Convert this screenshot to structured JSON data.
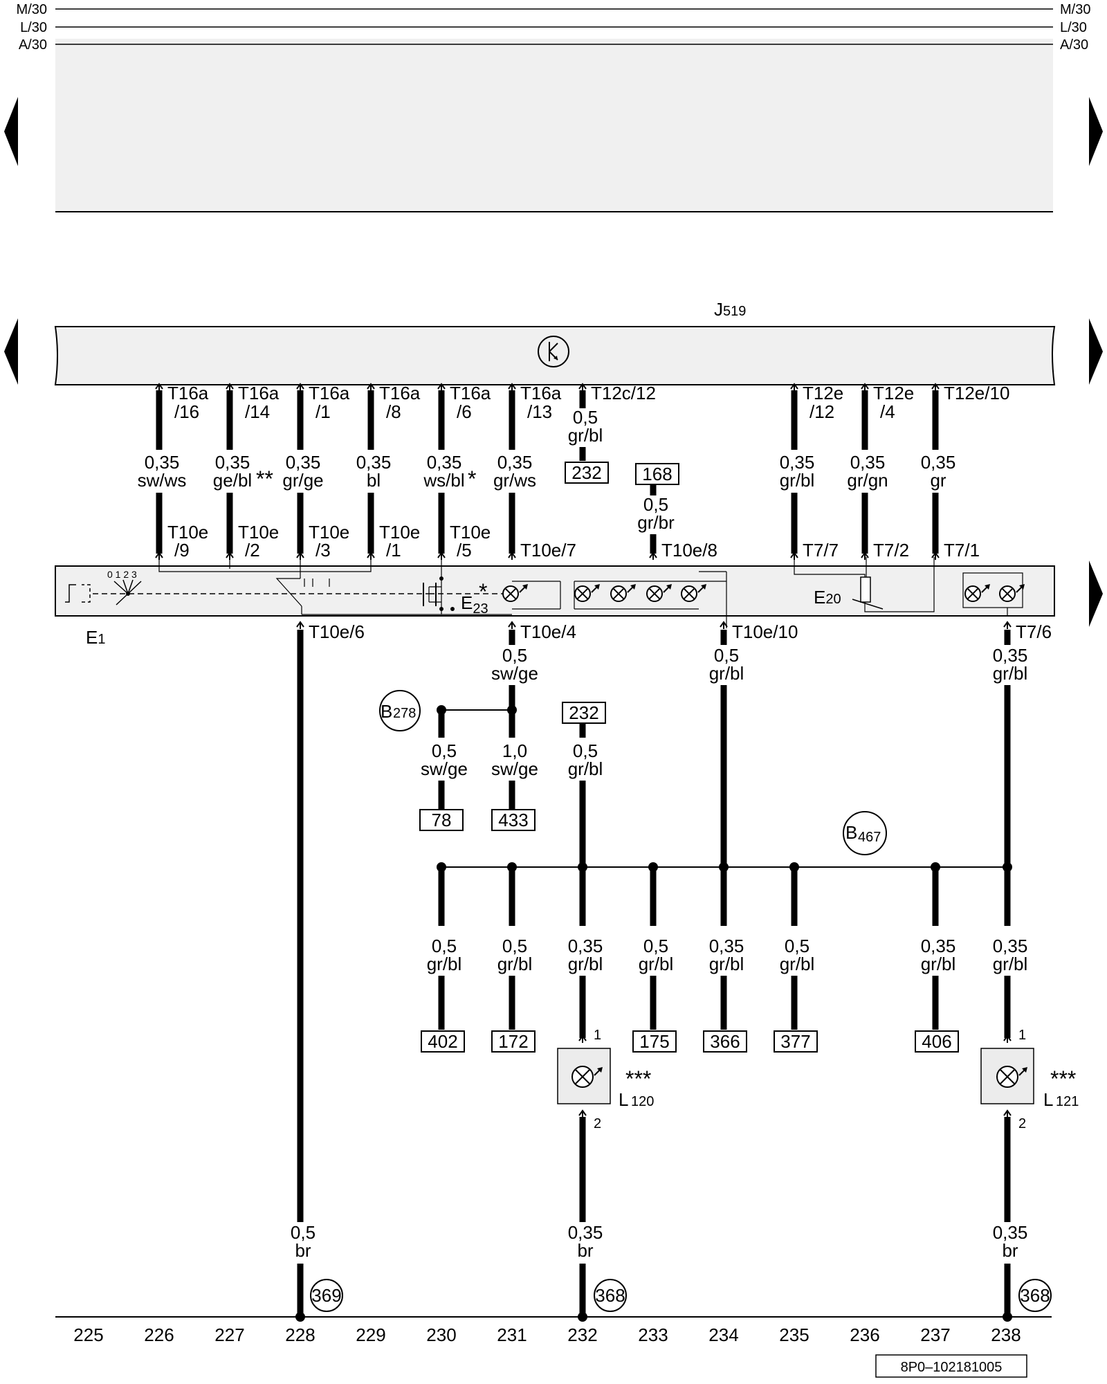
{
  "rails": {
    "m": "M/30",
    "l": "L/30",
    "a": "A/30"
  },
  "j519": {
    "name": "J",
    "sub": "519"
  },
  "e1": {
    "name": "E",
    "sub": "1"
  },
  "e20": {
    "name": "E",
    "sub": "20"
  },
  "e23": {
    "name": "E",
    "sub": "23",
    "star": "*"
  },
  "switch_positions": "0 1 2 3",
  "top_wires": [
    {
      "pin": "T16a",
      "pin2": "/16",
      "size": "0,35",
      "color": "sw/ws",
      "bpin": "T10e",
      "bpin2": "/9"
    },
    {
      "pin": "T16a",
      "pin2": "/14",
      "size": "0,35",
      "color": "ge/bl",
      "mark": "**",
      "bpin": "T10e",
      "bpin2": "/2"
    },
    {
      "pin": "T16a",
      "pin2": "/1",
      "size": "0,35",
      "color": "gr/ge",
      "bpin": "T10e",
      "bpin2": "/3"
    },
    {
      "pin": "T16a",
      "pin2": "/8",
      "size": "0,35",
      "color": "bl",
      "bpin": "T10e",
      "bpin2": "/1"
    },
    {
      "pin": "T16a",
      "pin2": "/6",
      "size": "0,35",
      "color": "ws/bl",
      "mark": "*",
      "bpin": "T10e",
      "bpin2": "/5"
    },
    {
      "pin": "T16a",
      "pin2": "/13",
      "size": "0,35",
      "color": "gr/ws",
      "bpin": "T10e/7"
    },
    {
      "pin": "T12c/12",
      "size": "0,5",
      "color": "gr/bl",
      "ref": "232"
    },
    {
      "ref": "168",
      "size": "0,5",
      "color": "gr/br",
      "bpin": "T10e/8"
    },
    {
      "pin": "T12e",
      "pin2": "/12",
      "size": "0,35",
      "color": "gr/bl",
      "bpin": "T7/7"
    },
    {
      "pin": "T12e",
      "pin2": "/4",
      "size": "0,35",
      "color": "gr/gn",
      "bpin": "T7/2"
    },
    {
      "pin": "T12e/10",
      "size": "0,35",
      "color": "gr",
      "bpin": "T7/1"
    }
  ],
  "lower": {
    "t10e6": "T10e/6",
    "t10e4": "T10e/4",
    "t10e10": "T10e/10",
    "t76": "T7/6",
    "w4": {
      "size": "0,5",
      "color": "sw/ge"
    },
    "w10": {
      "size": "0,5",
      "color": "gr/bl"
    },
    "w76": {
      "size": "0,35",
      "color": "gr/bl"
    },
    "b278": {
      "name": "B",
      "sub": "278"
    },
    "b467": {
      "name": "B",
      "sub": "467"
    },
    "b278_left": {
      "size": "0,5",
      "color": "sw/ge",
      "ref": "78"
    },
    "b278_right": {
      "size": "1,0",
      "color": "sw/ge",
      "ref": "433"
    },
    "ref232": {
      "ref": "232",
      "size": "0,5",
      "color": "gr/bl"
    },
    "branches": [
      {
        "size": "0,5",
        "color": "gr/bl",
        "ref": "402"
      },
      {
        "size": "0,5",
        "color": "gr/bl",
        "ref": "172"
      },
      {
        "size": "0,35",
        "color": "gr/bl"
      },
      {
        "size": "0,5",
        "color": "gr/bl",
        "ref": "175"
      },
      {
        "size": "0,35",
        "color": "gr/bl",
        "ref": "366"
      },
      {
        "size": "0,5",
        "color": "gr/bl",
        "ref": "377"
      },
      {
        "size": "0,35",
        "color": "gr/bl",
        "ref": "406"
      },
      {
        "size": "0,35",
        "color": "gr/bl"
      }
    ],
    "l120": {
      "name": "L",
      "sub": "120",
      "stars": "***",
      "pin1": "1",
      "pin2": "2"
    },
    "l121": {
      "name": "L",
      "sub": "121",
      "stars": "***",
      "pin1": "1",
      "pin2": "2"
    },
    "ground_wires": [
      {
        "size": "0,5",
        "color": "br",
        "ground": "369"
      },
      {
        "size": "0,35",
        "color": "br",
        "ground": "368"
      },
      {
        "size": "0,35",
        "color": "br",
        "ground": "368"
      }
    ]
  },
  "columns": [
    "225",
    "226",
    "227",
    "228",
    "229",
    "230",
    "231",
    "232",
    "233",
    "234",
    "235",
    "236",
    "237",
    "238"
  ],
  "footer_code": "8P0–102181005"
}
